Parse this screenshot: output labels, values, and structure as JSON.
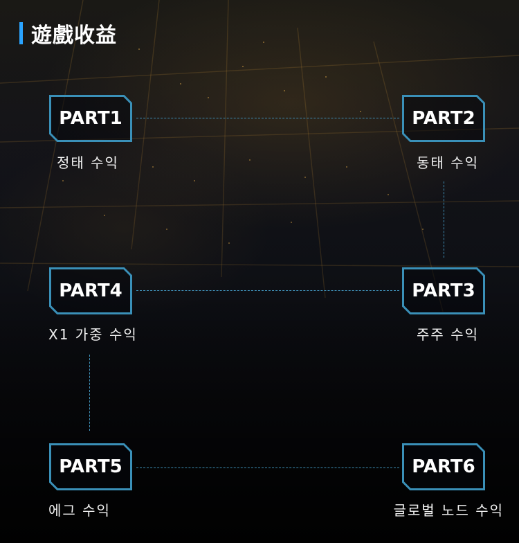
{
  "title": "遊戲收益",
  "colors": {
    "accent_bar": "#2aa4ff",
    "box_border": "#3a90b8",
    "connector": "#3f8fb7"
  },
  "parts": [
    {
      "label": "PART1",
      "caption": "정태 수익"
    },
    {
      "label": "PART2",
      "caption": "동태 수익"
    },
    {
      "label": "PART3",
      "caption": "주주 수익"
    },
    {
      "label": "PART4",
      "caption": "X1 가중 수익"
    },
    {
      "label": "PART5",
      "caption": "에그 수익"
    },
    {
      "label": "PART6",
      "caption": "글로벌 노드 수익"
    }
  ]
}
